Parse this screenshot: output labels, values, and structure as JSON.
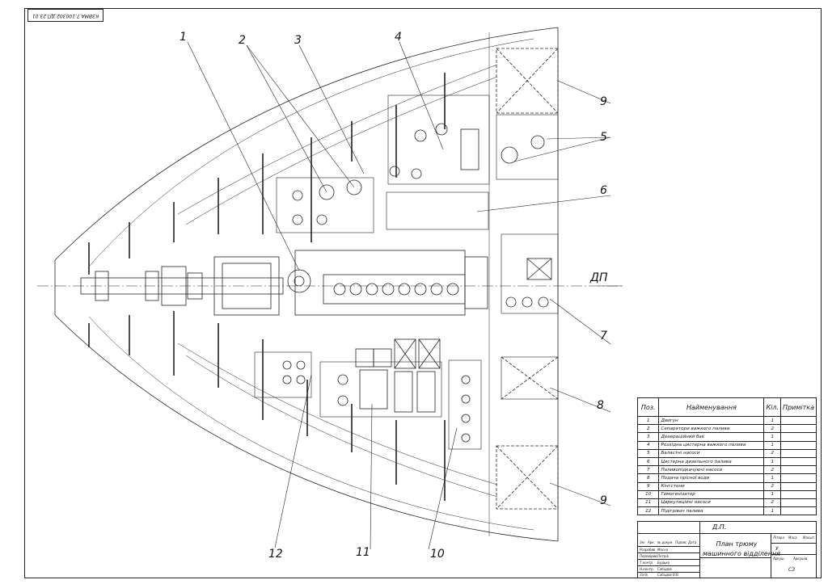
{
  "drawing": {
    "stamp_code": "КЗВМА.7.100302.ДП.23.01",
    "centerline_label": "ДП",
    "leaders": [
      "1",
      "2",
      "3",
      "4",
      "5",
      "6",
      "7",
      "8",
      "9",
      "9",
      "10",
      "11",
      "12"
    ]
  },
  "spec_table": {
    "headers": {
      "pos": "Поз.",
      "name": "Найменування",
      "qty": "Кіл.",
      "note": "Примітка"
    },
    "rows": [
      {
        "pos": "1",
        "name": "Двигун",
        "qty": "1"
      },
      {
        "pos": "2",
        "name": "Сепаратори важкого палива",
        "qty": "2"
      },
      {
        "pos": "3",
        "name": "Деаераційний бак",
        "qty": "1"
      },
      {
        "pos": "4",
        "name": "Розхідна цистерна важкого палива",
        "qty": "1"
      },
      {
        "pos": "5",
        "name": "Баластні насоси",
        "qty": "2"
      },
      {
        "pos": "6",
        "name": "Цистерна дизельного палива",
        "qty": "1"
      },
      {
        "pos": "7",
        "name": "Паливопідкачуючі насоси",
        "qty": "2"
      },
      {
        "pos": "8",
        "name": "Подача прісної води",
        "qty": "1"
      },
      {
        "pos": "9",
        "name": "Кінгстони",
        "qty": "2"
      },
      {
        "pos": "10",
        "name": "Гомогенізатор",
        "qty": "1"
      },
      {
        "pos": "11",
        "name": "Циркуляційні насоси",
        "qty": "2"
      },
      {
        "pos": "12",
        "name": "Підігрівач палива",
        "qty": "1"
      }
    ]
  },
  "title_block": {
    "code": "Д.П.",
    "title_line1": "План трюму",
    "title_line2": "машинного відділення",
    "col_stage": "Літера",
    "col_mass": "Маса",
    "col_scale": "Масшт.",
    "stage_value": "У",
    "sheet": "Аркуш",
    "sheets": "Аркушів",
    "org": "СЗ",
    "roles": [
      "Зм.",
      "Арк.",
      "№ докум.",
      "Підпис",
      "Дата"
    ],
    "people": [
      {
        "role": "Розробив",
        "name": "Мосна"
      },
      {
        "role": "Перевірив",
        "name": "Петрів"
      },
      {
        "role": "Т.контр.",
        "name": "Будько"
      },
      {
        "role": "Н.контр.",
        "name": "Сабадов"
      },
      {
        "role": "Затв.",
        "name": "Сабадов В.В."
      }
    ]
  },
  "colors": {
    "line": "#222222",
    "background": "#ffffff"
  }
}
